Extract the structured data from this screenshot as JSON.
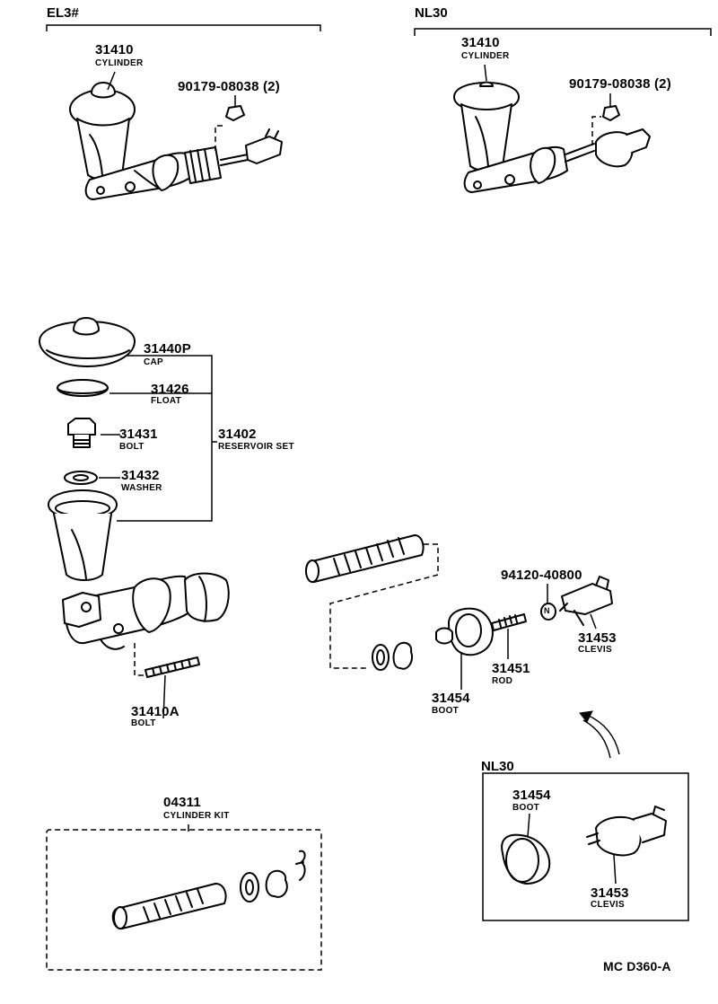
{
  "variants": {
    "left": "EL3#",
    "right": "NL30",
    "inset": "NL30"
  },
  "parts": [
    {
      "num": "31410",
      "name": "CYLINDER"
    },
    {
      "num": "90179-08038 (2)",
      "name": ""
    },
    {
      "num": "31410",
      "name": "CYLINDER"
    },
    {
      "num": "90179-08038 (2)",
      "name": ""
    },
    {
      "num": "31440P",
      "name": "CAP"
    },
    {
      "num": "31426",
      "name": "FLOAT"
    },
    {
      "num": "31431",
      "name": "BOLT"
    },
    {
      "num": "31402",
      "name": "RESERVOIR SET"
    },
    {
      "num": "31432",
      "name": "WASHER"
    },
    {
      "num": "31410A",
      "name": "BOLT"
    },
    {
      "num": "94120-40800",
      "name": ""
    },
    {
      "num": "31453",
      "name": "CLEVIS"
    },
    {
      "num": "31451",
      "name": "ROD"
    },
    {
      "num": "31454",
      "name": "BOOT"
    },
    {
      "num": "04311",
      "name": "CYLINDER KIT"
    },
    {
      "num": "31454",
      "name": "BOOT"
    },
    {
      "num": "31453",
      "name": "CLEVIS"
    }
  ],
  "nut_letter": "N",
  "diagram_code": "MC D360-A"
}
